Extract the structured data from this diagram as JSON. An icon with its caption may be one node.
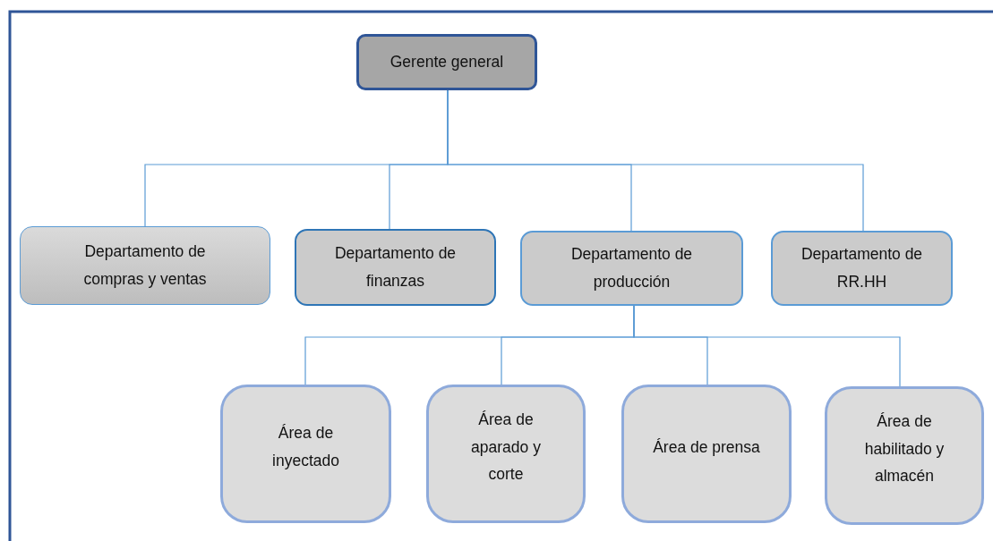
{
  "diagram": {
    "nodes": [
      {
        "text": [
          "Gerente general"
        ]
      },
      {
        "text": [
          "Departamento de compras y ventas"
        ]
      },
      {
        "text": [
          "Departamento de finanzas"
        ]
      },
      {
        "text": [
          "Departamento de producción"
        ]
      },
      {
        "text": [
          "Departamento de RR.HH"
        ]
      },
      {
        "text": [
          "Área de inyectado"
        ]
      },
      {
        "text": [
          "Área de aparado y corte"
        ]
      },
      {
        "text": [
          "Área de prensa"
        ]
      },
      {
        "text": [
          "Área de habilitado y almacén"
        ]
      }
    ],
    "edges": [
      {
        "from": 0,
        "to": 1,
        "arrow": "none"
      },
      {
        "from": 0,
        "to": 2,
        "arrow": "none"
      },
      {
        "from": 0,
        "to": 3,
        "arrow": "none"
      },
      {
        "from": 0,
        "to": 4,
        "arrow": "none"
      },
      {
        "from": 3,
        "to": 5,
        "arrow": "none"
      },
      {
        "from": 3,
        "to": 6,
        "arrow": "none"
      },
      {
        "from": 3,
        "to": 7,
        "arrow": "none"
      },
      {
        "from": 3,
        "to": 8,
        "arrow": "none"
      }
    ]
  }
}
